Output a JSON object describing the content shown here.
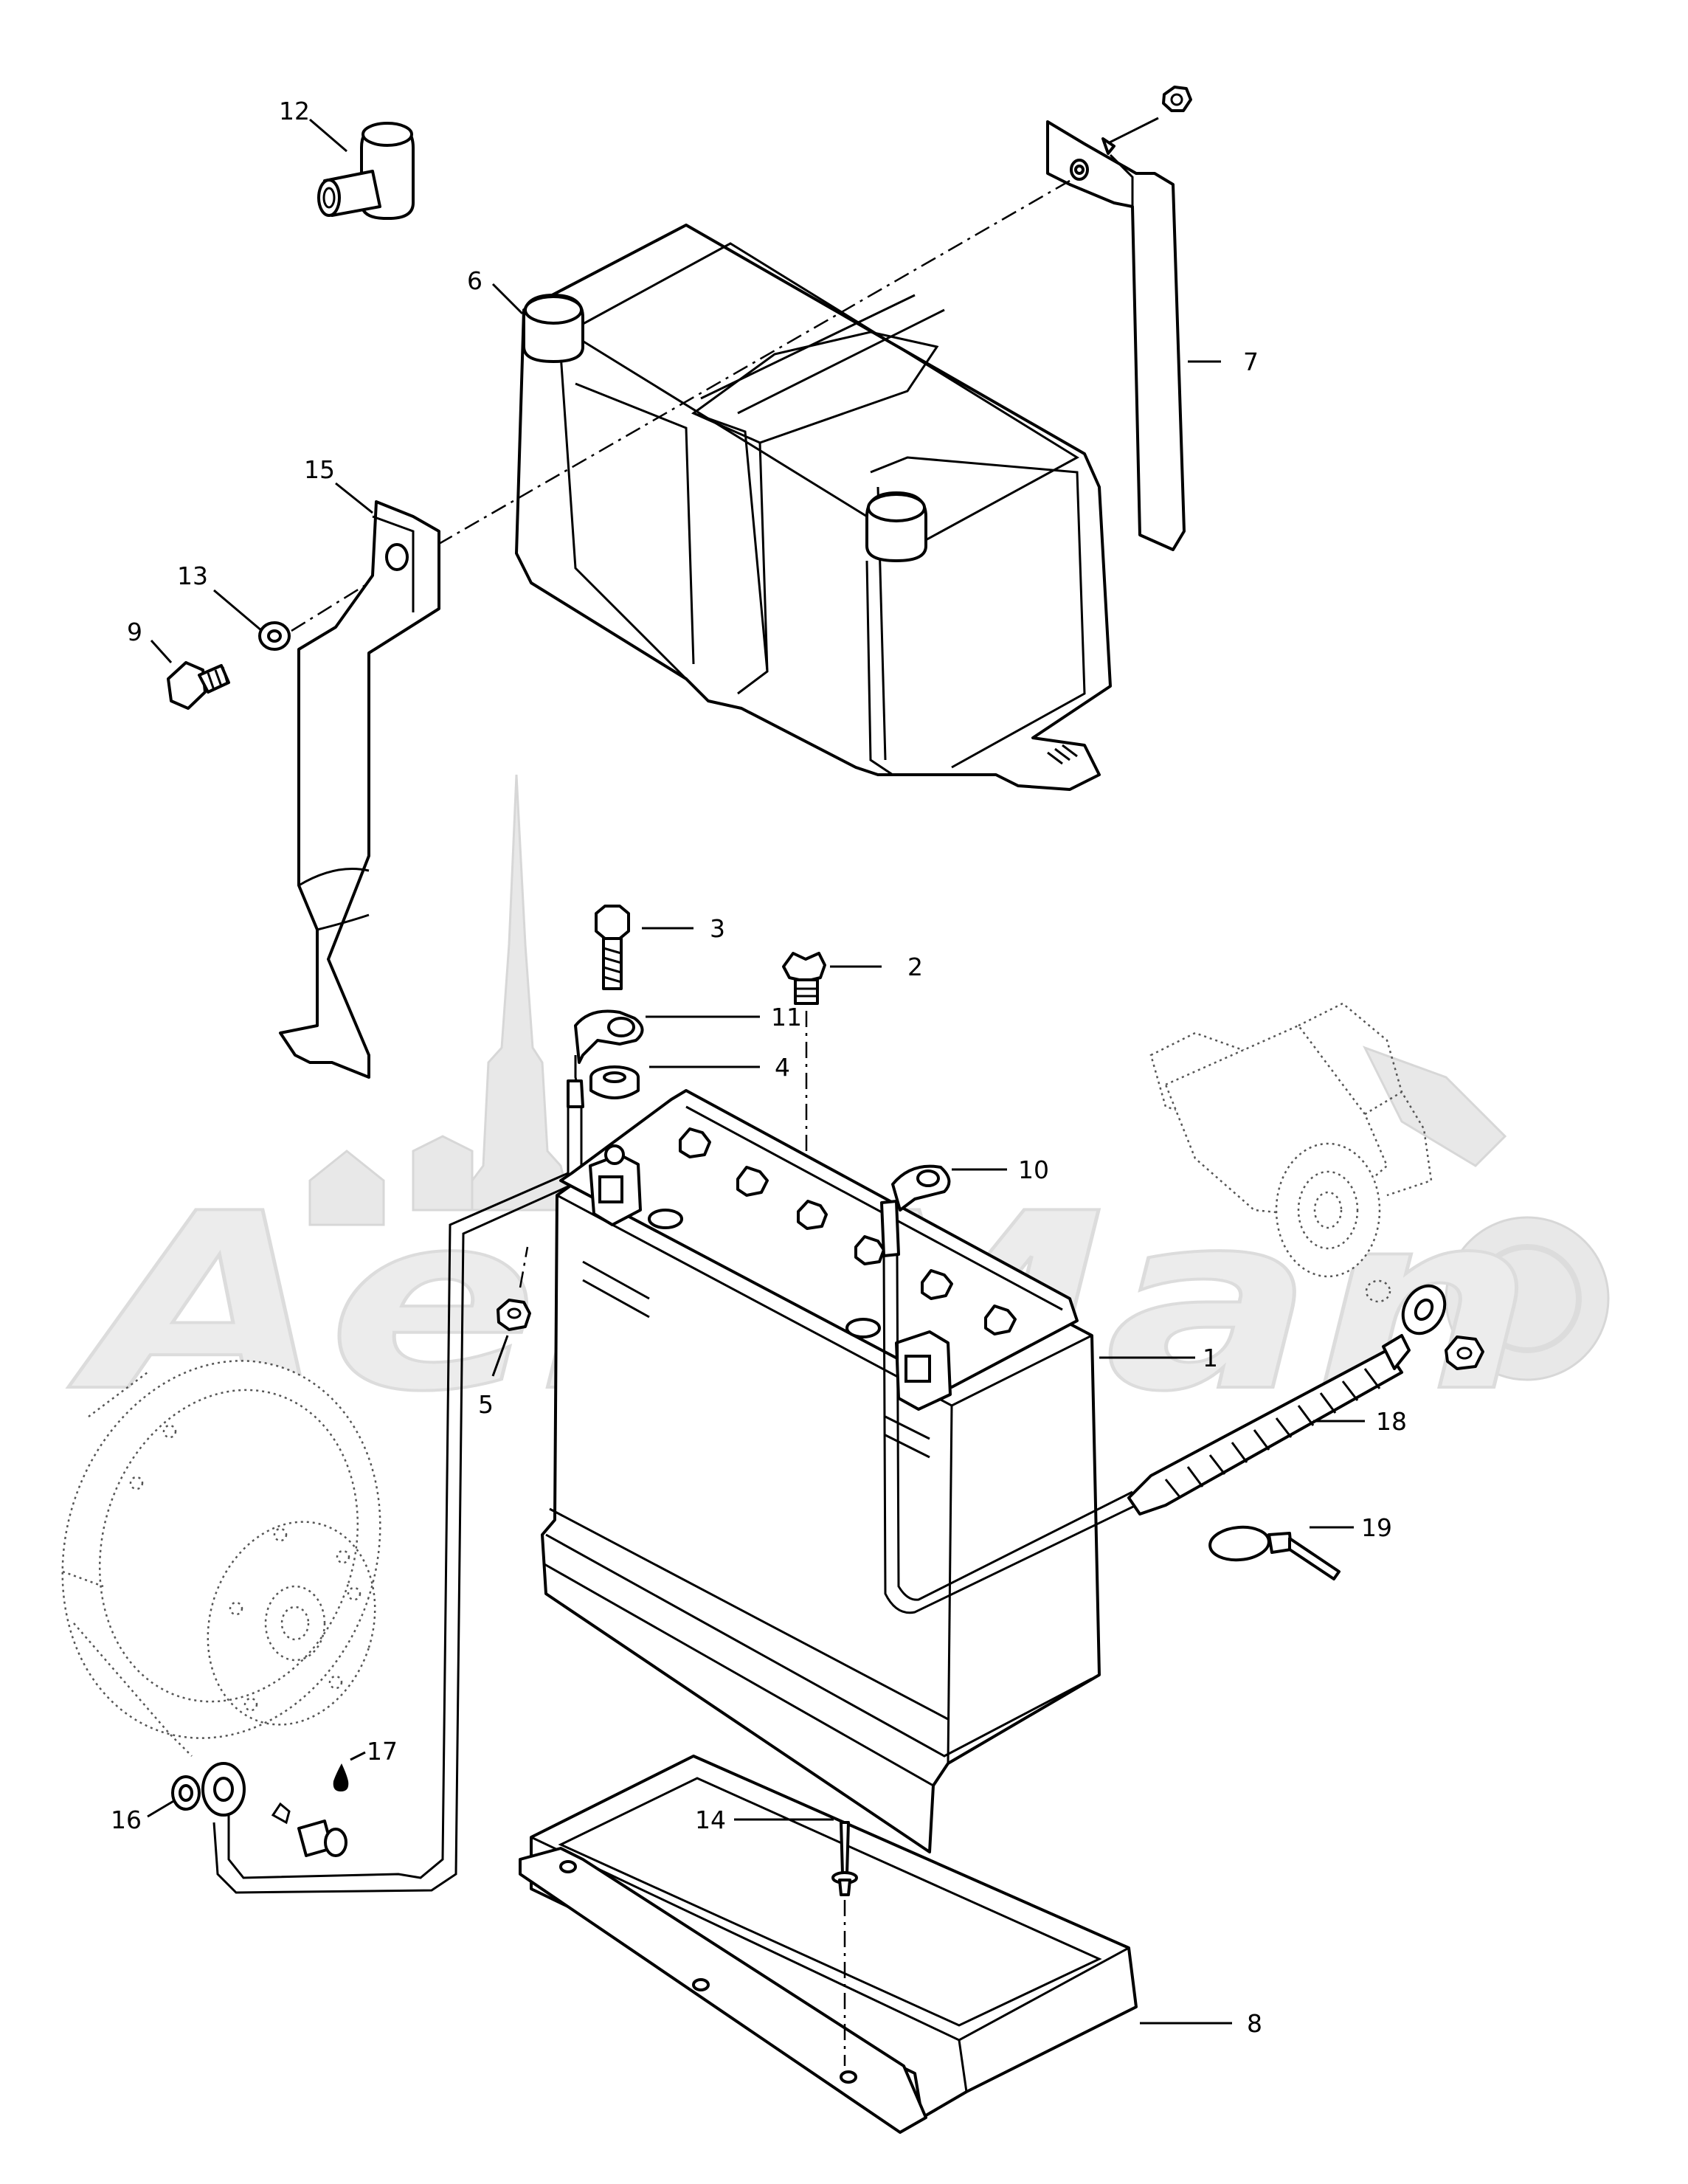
{
  "diagram": {
    "callouts": [
      {
        "id": "1",
        "label": "1"
      },
      {
        "id": "2",
        "label": "2"
      },
      {
        "id": "3",
        "label": "3"
      },
      {
        "id": "4",
        "label": "4"
      },
      {
        "id": "5",
        "label": "5"
      },
      {
        "id": "6",
        "label": "6"
      },
      {
        "id": "7",
        "label": "7"
      },
      {
        "id": "8",
        "label": "8"
      },
      {
        "id": "9",
        "label": "9"
      },
      {
        "id": "10",
        "label": "10"
      },
      {
        "id": "11",
        "label": "11"
      },
      {
        "id": "12",
        "label": "12"
      },
      {
        "id": "13",
        "label": "13"
      },
      {
        "id": "14",
        "label": "14"
      },
      {
        "id": "15",
        "label": "15"
      },
      {
        "id": "16",
        "label": "16"
      },
      {
        "id": "17",
        "label": "17"
      },
      {
        "id": "18",
        "label": "18"
      },
      {
        "id": "19",
        "label": "19"
      }
    ],
    "watermark": {
      "text": "AeriMan"
    },
    "colors": {
      "line": "#000000",
      "watermark": "#e8e8e8",
      "background": "#ffffff"
    }
  }
}
